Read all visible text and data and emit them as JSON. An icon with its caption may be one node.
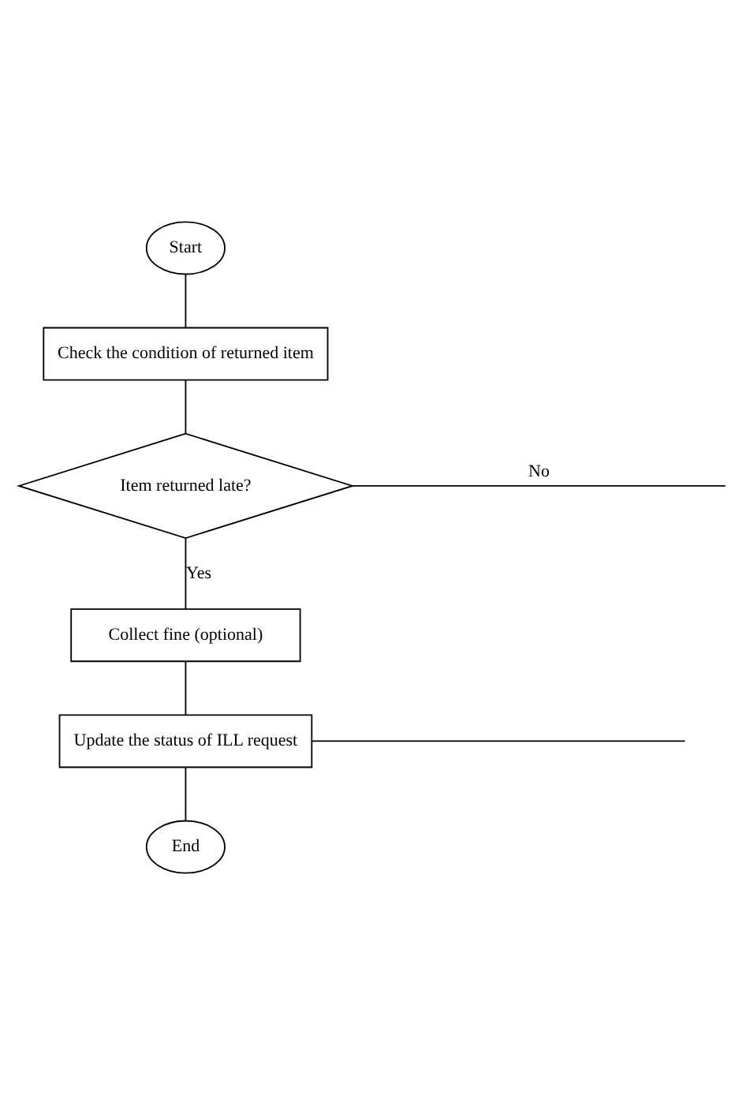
{
  "diagram": {
    "nodes": [
      {
        "text": [
          "Start"
        ]
      },
      {
        "text": [
          "Check the condition of returned item"
        ]
      },
      {
        "text": [
          "Item returned late?"
        ]
      },
      {
        "text": [
          "Collect fine (optional)"
        ]
      },
      {
        "text": [
          "Update the status of ILL request"
        ]
      },
      {
        "text": [
          "End"
        ]
      }
    ],
    "edges": [
      {
        "from": 0,
        "to": 1,
        "arrow": "none"
      },
      {
        "from": 1,
        "to": 2,
        "arrow": "none"
      },
      {
        "from": 2,
        "to": null,
        "arrow": "none",
        "label": "No"
      },
      {
        "from": 2,
        "to": 3,
        "arrow": "none",
        "label": "Yes"
      },
      {
        "from": 3,
        "to": 4,
        "arrow": "none"
      },
      {
        "from": 4,
        "to": null,
        "arrow": "none"
      },
      {
        "from": 4,
        "to": 5,
        "arrow": "none"
      }
    ]
  }
}
